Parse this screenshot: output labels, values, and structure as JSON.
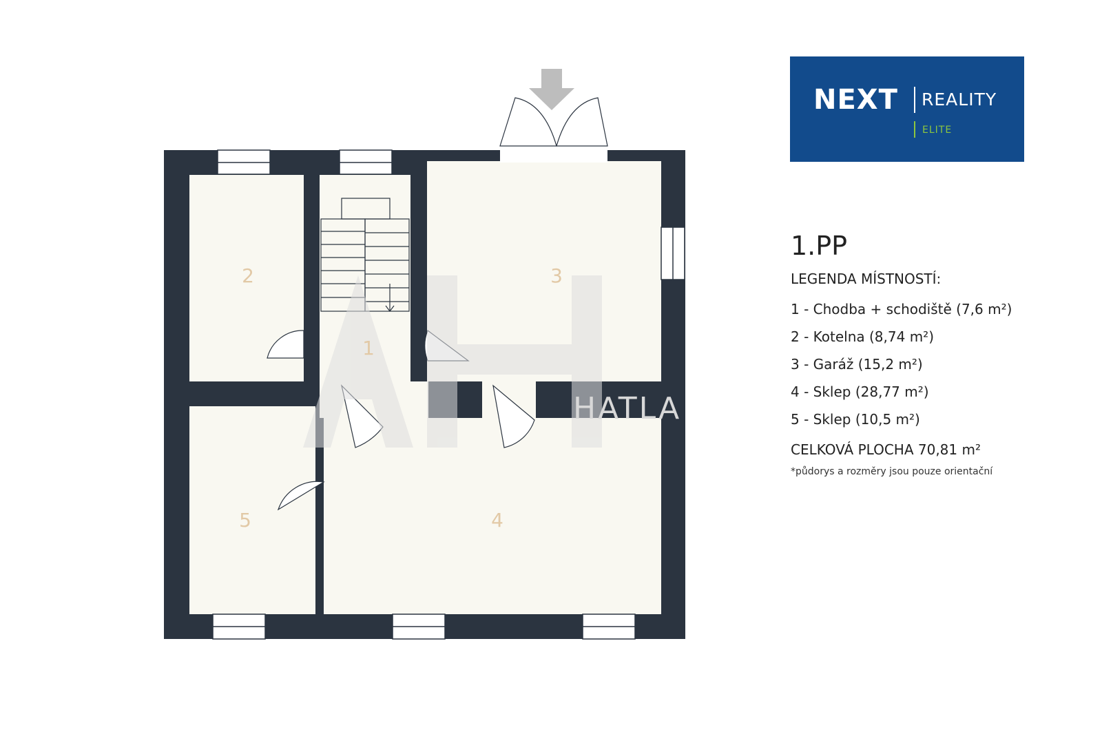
{
  "logo": {
    "brand": "NEXT",
    "subbrand": "REALITY",
    "tagline": "ELITE",
    "bg_color": "#124b8c",
    "accent_color": "#8cc63f"
  },
  "legend": {
    "floor": "1.PP",
    "heading": "LEGENDA MÍSTNOSTÍ:",
    "items": [
      "1 - Chodba + schodiště (7,6 m²)",
      "2 - Kotelna (8,74 m²)",
      "3 - Garáž (15,2 m²)",
      "4 - Sklep (28,77 m²)",
      "5 - Sklep (10,5 m²)"
    ],
    "total": "CELKOVÁ PLOCHA 70,81 m²",
    "note": "*půdorys a rozměry jsou pouze orientační"
  },
  "plan": {
    "rooms": [
      "1",
      "2",
      "3",
      "4",
      "5"
    ],
    "watermark": "HATLA",
    "colors": {
      "wall": "#2b3440",
      "floor": "#f9f8f1",
      "room_number": "#e2c9a6"
    }
  }
}
